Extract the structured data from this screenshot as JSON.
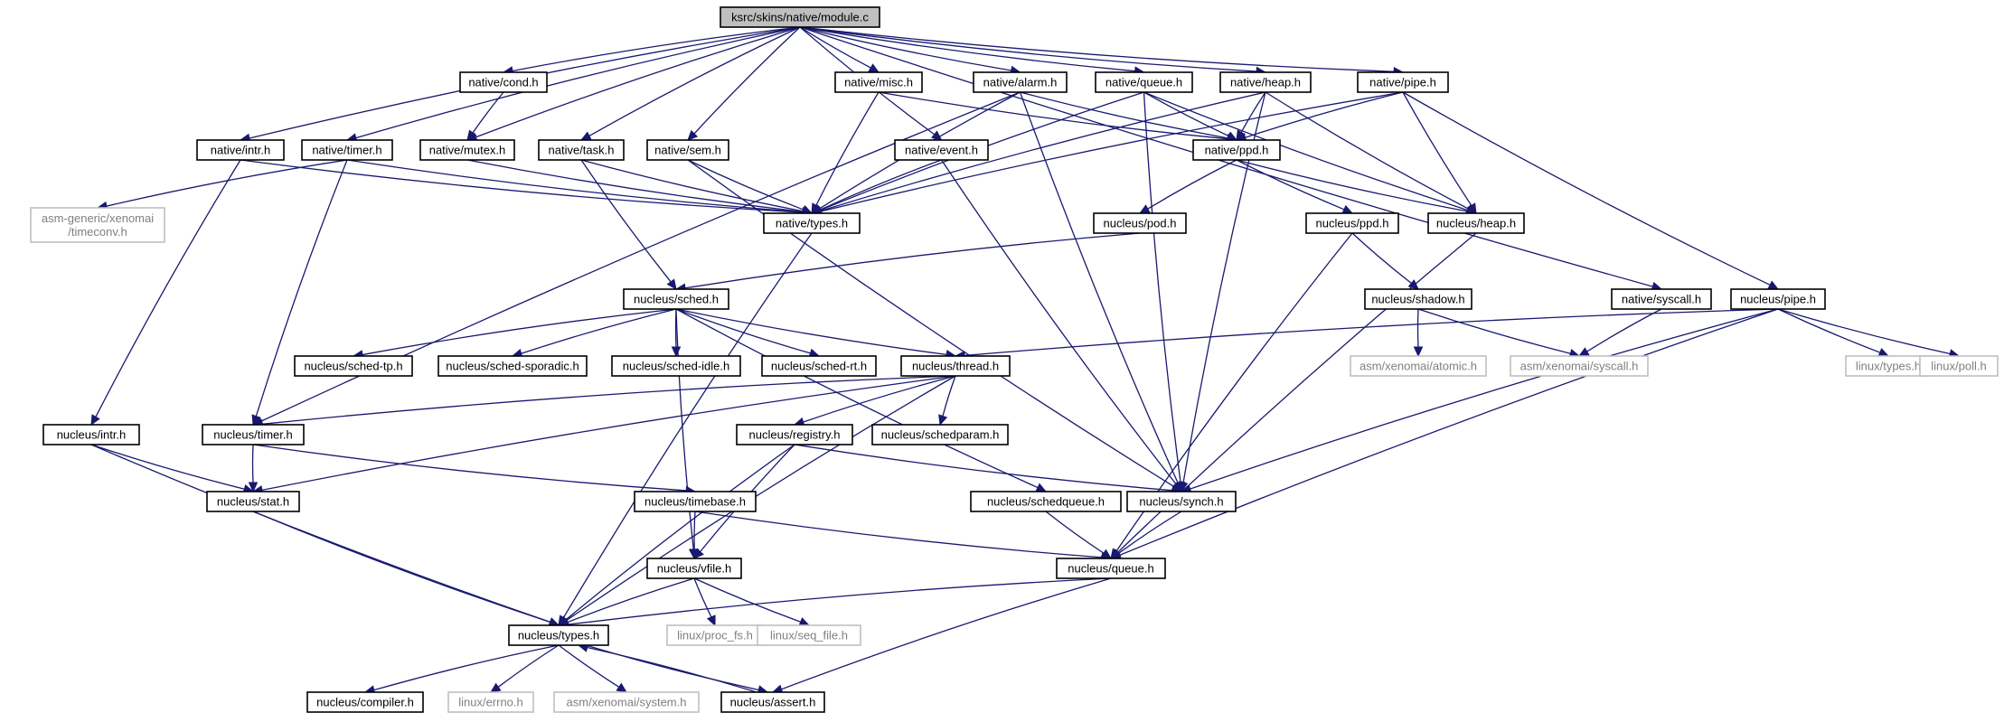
{
  "diagram": {
    "nodes": [
      {
        "id": "module_c",
        "label": "ksrc/skins/native/module.c",
        "kind": "root"
      },
      {
        "id": "native_cond",
        "label": "native/cond.h",
        "kind": "normal"
      },
      {
        "id": "native_misc",
        "label": "native/misc.h",
        "kind": "normal"
      },
      {
        "id": "native_alarm",
        "label": "native/alarm.h",
        "kind": "normal"
      },
      {
        "id": "native_queue",
        "label": "native/queue.h",
        "kind": "normal"
      },
      {
        "id": "native_heap",
        "label": "native/heap.h",
        "kind": "normal"
      },
      {
        "id": "native_pipe",
        "label": "native/pipe.h",
        "kind": "normal"
      },
      {
        "id": "native_intr",
        "label": "native/intr.h",
        "kind": "normal"
      },
      {
        "id": "native_timer",
        "label": "native/timer.h",
        "kind": "normal"
      },
      {
        "id": "native_mutex",
        "label": "native/mutex.h",
        "kind": "normal"
      },
      {
        "id": "native_task",
        "label": "native/task.h",
        "kind": "normal"
      },
      {
        "id": "native_sem",
        "label": "native/sem.h",
        "kind": "normal"
      },
      {
        "id": "native_event",
        "label": "native/event.h",
        "kind": "normal"
      },
      {
        "id": "native_ppd",
        "label": "native/ppd.h",
        "kind": "normal"
      },
      {
        "id": "native_types",
        "label": "native/types.h",
        "kind": "normal"
      },
      {
        "id": "asm_timeconv",
        "label": "asm-generic/xenomai\n/timeconv.h",
        "kind": "external"
      },
      {
        "id": "nucleus_pod",
        "label": "nucleus/pod.h",
        "kind": "normal"
      },
      {
        "id": "nucleus_ppd",
        "label": "nucleus/ppd.h",
        "kind": "normal"
      },
      {
        "id": "nucleus_heap",
        "label": "nucleus/heap.h",
        "kind": "normal"
      },
      {
        "id": "nucleus_sched",
        "label": "nucleus/sched.h",
        "kind": "normal"
      },
      {
        "id": "nucleus_shadow",
        "label": "nucleus/shadow.h",
        "kind": "normal"
      },
      {
        "id": "native_syscall",
        "label": "native/syscall.h",
        "kind": "normal"
      },
      {
        "id": "nucleus_pipe",
        "label": "nucleus/pipe.h",
        "kind": "normal"
      },
      {
        "id": "sched_tp",
        "label": "nucleus/sched-tp.h",
        "kind": "normal"
      },
      {
        "id": "sched_sporadic",
        "label": "nucleus/sched-sporadic.h",
        "kind": "normal"
      },
      {
        "id": "sched_idle",
        "label": "nucleus/sched-idle.h",
        "kind": "normal"
      },
      {
        "id": "sched_rt",
        "label": "nucleus/sched-rt.h",
        "kind": "normal"
      },
      {
        "id": "nucleus_thread",
        "label": "nucleus/thread.h",
        "kind": "normal"
      },
      {
        "id": "asm_atomic",
        "label": "asm/xenomai/atomic.h",
        "kind": "external"
      },
      {
        "id": "asm_syscall",
        "label": "asm/xenomai/syscall.h",
        "kind": "external"
      },
      {
        "id": "linux_types",
        "label": "linux/types.h",
        "kind": "external"
      },
      {
        "id": "linux_poll",
        "label": "linux/poll.h",
        "kind": "external"
      },
      {
        "id": "nucleus_intr",
        "label": "nucleus/intr.h",
        "kind": "normal"
      },
      {
        "id": "nucleus_timer",
        "label": "nucleus/timer.h",
        "kind": "normal"
      },
      {
        "id": "nucleus_registry",
        "label": "nucleus/registry.h",
        "kind": "normal"
      },
      {
        "id": "nucleus_schedparam",
        "label": "nucleus/schedparam.h",
        "kind": "normal"
      },
      {
        "id": "nucleus_stat",
        "label": "nucleus/stat.h",
        "kind": "normal"
      },
      {
        "id": "nucleus_timebase",
        "label": "nucleus/timebase.h",
        "kind": "normal"
      },
      {
        "id": "nucleus_schedqueue",
        "label": "nucleus/schedqueue.h",
        "kind": "normal"
      },
      {
        "id": "nucleus_synch",
        "label": "nucleus/synch.h",
        "kind": "normal"
      },
      {
        "id": "nucleus_vfile",
        "label": "nucleus/vfile.h",
        "kind": "normal"
      },
      {
        "id": "nucleus_queue",
        "label": "nucleus/queue.h",
        "kind": "normal"
      },
      {
        "id": "nucleus_types",
        "label": "nucleus/types.h",
        "kind": "normal"
      },
      {
        "id": "linux_proc_fs",
        "label": "linux/proc_fs.h",
        "kind": "external"
      },
      {
        "id": "linux_seq_file",
        "label": "linux/seq_file.h",
        "kind": "external"
      },
      {
        "id": "nucleus_compiler",
        "label": "nucleus/compiler.h",
        "kind": "normal"
      },
      {
        "id": "linux_errno",
        "label": "linux/errno.h",
        "kind": "external"
      },
      {
        "id": "asm_system",
        "label": "asm/xenomai/system.h",
        "kind": "external"
      },
      {
        "id": "nucleus_assert",
        "label": "nucleus/assert.h",
        "kind": "normal"
      }
    ],
    "edges": [
      [
        "module_c",
        "native_intr"
      ],
      [
        "module_c",
        "native_timer"
      ],
      [
        "module_c",
        "native_cond"
      ],
      [
        "module_c",
        "native_mutex"
      ],
      [
        "module_c",
        "native_task"
      ],
      [
        "module_c",
        "native_sem"
      ],
      [
        "module_c",
        "native_misc"
      ],
      [
        "module_c",
        "native_event"
      ],
      [
        "module_c",
        "native_alarm"
      ],
      [
        "module_c",
        "native_queue"
      ],
      [
        "module_c",
        "native_heap"
      ],
      [
        "module_c",
        "native_pipe"
      ],
      [
        "module_c",
        "native_syscall"
      ],
      [
        "native_cond",
        "native_mutex"
      ],
      [
        "native_misc",
        "native_types"
      ],
      [
        "native_misc",
        "native_ppd"
      ],
      [
        "native_alarm",
        "native_types"
      ],
      [
        "native_alarm",
        "native_ppd"
      ],
      [
        "native_alarm",
        "nucleus_timer"
      ],
      [
        "native_alarm",
        "nucleus_synch"
      ],
      [
        "native_queue",
        "native_types"
      ],
      [
        "native_queue",
        "native_ppd"
      ],
      [
        "native_queue",
        "nucleus_heap"
      ],
      [
        "native_queue",
        "nucleus_synch"
      ],
      [
        "native_heap",
        "native_types"
      ],
      [
        "native_heap",
        "native_ppd"
      ],
      [
        "native_heap",
        "nucleus_heap"
      ],
      [
        "native_heap",
        "nucleus_synch"
      ],
      [
        "native_pipe",
        "native_types"
      ],
      [
        "native_pipe",
        "native_ppd"
      ],
      [
        "native_pipe",
        "nucleus_heap"
      ],
      [
        "native_pipe",
        "nucleus_pipe"
      ],
      [
        "native_intr",
        "native_types"
      ],
      [
        "native_intr",
        "nucleus_intr"
      ],
      [
        "native_timer",
        "native_types"
      ],
      [
        "native_timer",
        "asm_timeconv"
      ],
      [
        "native_timer",
        "nucleus_timer"
      ],
      [
        "native_mutex",
        "native_types"
      ],
      [
        "native_task",
        "native_types"
      ],
      [
        "native_task",
        "nucleus_sched"
      ],
      [
        "native_sem",
        "native_types"
      ],
      [
        "native_sem",
        "nucleus_synch"
      ],
      [
        "native_event",
        "native_types"
      ],
      [
        "native_event",
        "nucleus_synch"
      ],
      [
        "native_ppd",
        "nucleus_pod"
      ],
      [
        "native_ppd",
        "nucleus_ppd"
      ],
      [
        "native_ppd",
        "nucleus_heap"
      ],
      [
        "native_types",
        "nucleus_types"
      ],
      [
        "nucleus_pod",
        "nucleus_sched"
      ],
      [
        "nucleus_ppd",
        "nucleus_shadow"
      ],
      [
        "nucleus_ppd",
        "nucleus_queue"
      ],
      [
        "nucleus_heap",
        "nucleus_queue"
      ],
      [
        "native_syscall",
        "asm_syscall"
      ],
      [
        "nucleus_shadow",
        "asm_atomic"
      ],
      [
        "nucleus_shadow",
        "asm_syscall"
      ],
      [
        "nucleus_pipe",
        "nucleus_thread"
      ],
      [
        "nucleus_pipe",
        "linux_types"
      ],
      [
        "nucleus_pipe",
        "linux_poll"
      ],
      [
        "nucleus_pipe",
        "nucleus_synch"
      ],
      [
        "nucleus_pipe",
        "nucleus_queue"
      ],
      [
        "nucleus_sched",
        "sched_tp"
      ],
      [
        "nucleus_sched",
        "sched_sporadic"
      ],
      [
        "nucleus_sched",
        "sched_idle"
      ],
      [
        "nucleus_sched",
        "sched_rt"
      ],
      [
        "nucleus_sched",
        "nucleus_thread"
      ],
      [
        "nucleus_sched",
        "nucleus_schedqueue"
      ],
      [
        "nucleus_sched",
        "nucleus_vfile"
      ],
      [
        "nucleus_thread",
        "nucleus_timer"
      ],
      [
        "nucleus_thread",
        "nucleus_registry"
      ],
      [
        "nucleus_thread",
        "nucleus_schedparam"
      ],
      [
        "nucleus_thread",
        "nucleus_stat"
      ],
      [
        "nucleus_thread",
        "nucleus_types"
      ],
      [
        "nucleus_intr",
        "nucleus_stat"
      ],
      [
        "nucleus_intr",
        "nucleus_types"
      ],
      [
        "nucleus_timer",
        "nucleus_stat"
      ],
      [
        "nucleus_timer",
        "nucleus_timebase"
      ],
      [
        "nucleus_registry",
        "nucleus_synch"
      ],
      [
        "nucleus_registry",
        "nucleus_vfile"
      ],
      [
        "nucleus_registry",
        "nucleus_types"
      ],
      [
        "nucleus_stat",
        "nucleus_types"
      ],
      [
        "nucleus_timebase",
        "nucleus_vfile"
      ],
      [
        "nucleus_timebase",
        "nucleus_queue"
      ],
      [
        "nucleus_schedqueue",
        "nucleus_queue"
      ],
      [
        "nucleus_synch",
        "nucleus_queue"
      ],
      [
        "nucleus_vfile",
        "nucleus_types"
      ],
      [
        "nucleus_vfile",
        "linux_proc_fs"
      ],
      [
        "nucleus_vfile",
        "linux_seq_file"
      ],
      [
        "nucleus_queue",
        "nucleus_types"
      ],
      [
        "nucleus_queue",
        "nucleus_assert"
      ],
      [
        "nucleus_types",
        "nucleus_compiler"
      ],
      [
        "nucleus_types",
        "linux_errno"
      ],
      [
        "nucleus_types",
        "asm_system"
      ],
      [
        "nucleus_types",
        "nucleus_assert"
      ],
      [
        "nucleus_assert",
        "nucleus_types"
      ]
    ]
  }
}
